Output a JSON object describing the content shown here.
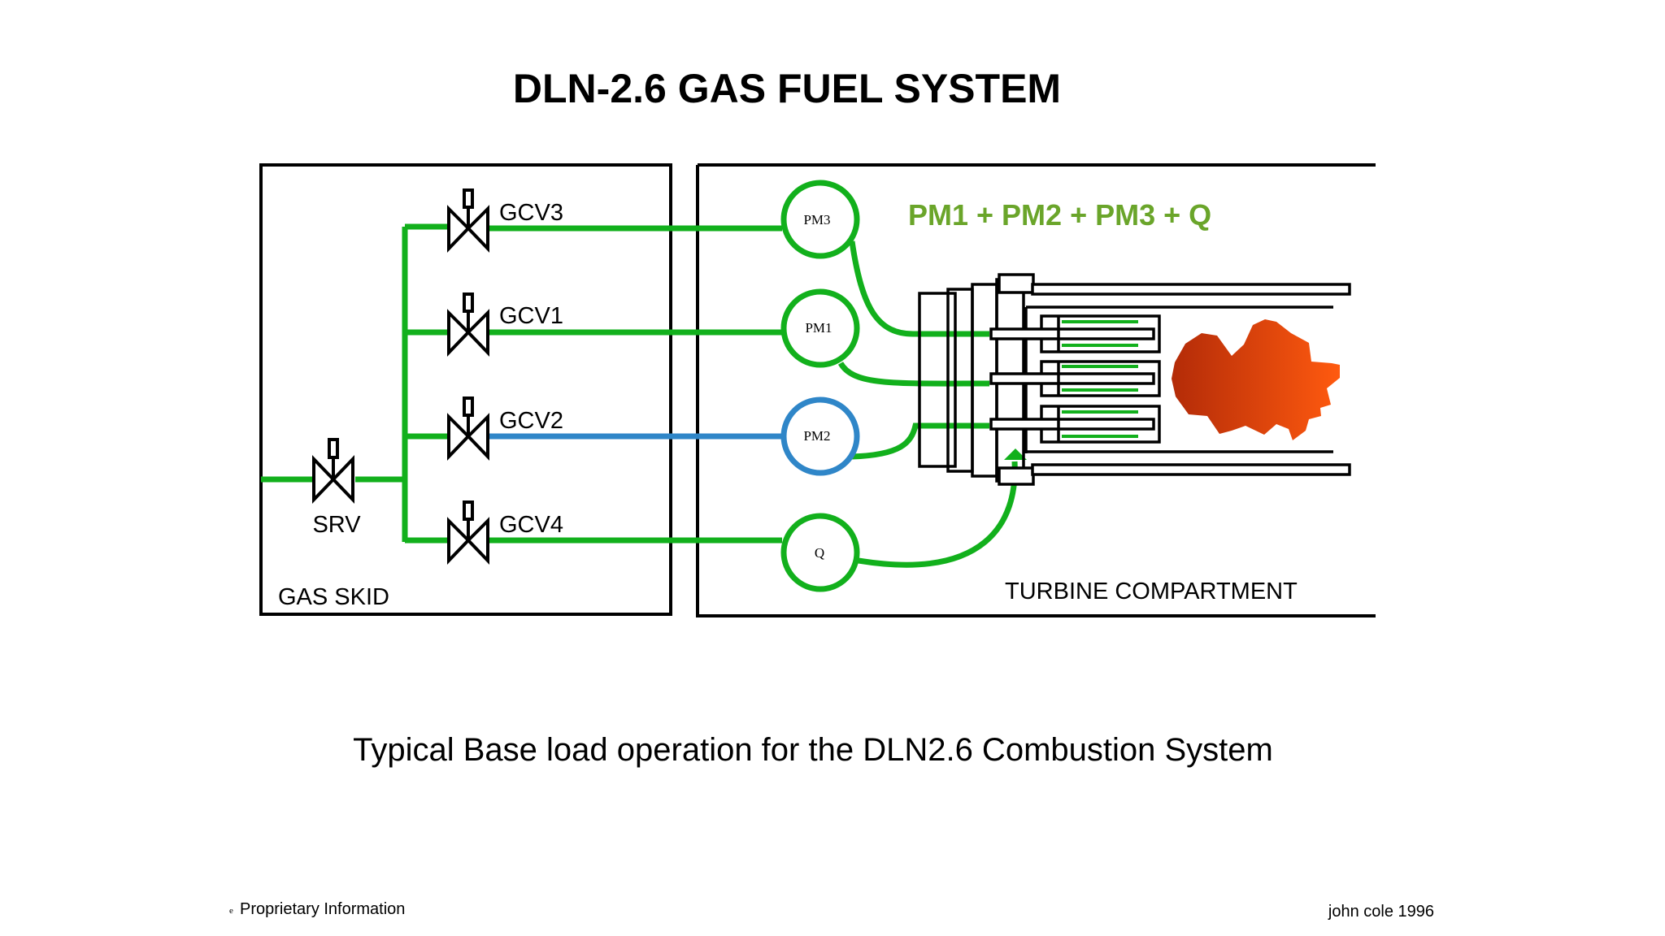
{
  "title": "DLN-2.6 GAS FUEL SYSTEM",
  "valves": {
    "gcv3": "GCV3",
    "gcv1": "GCV1",
    "gcv2": "GCV2",
    "gcv4": "GCV4",
    "srv": "SRV"
  },
  "sections": {
    "gas_skid": "GAS SKID",
    "turbine_compartment": "TURBINE COMPARTMENT"
  },
  "manifolds": {
    "pm3": "PM3",
    "pm1": "PM1",
    "pm2": "PM2",
    "q": "Q"
  },
  "formula": "PM1 + PM2 + PM3 + Q",
  "caption": "Typical Base load operation for the DLN2.6 Combustion System",
  "footer": {
    "mark": "e",
    "left": "Proprietary Information",
    "right": "john cole 1996"
  },
  "colors": {
    "active_line": "#12b01c",
    "inactive_line": "#2f86c8",
    "formula": "#6aa52a",
    "flame_dark": "#b32b08",
    "flame_light": "#ff5a0f"
  }
}
